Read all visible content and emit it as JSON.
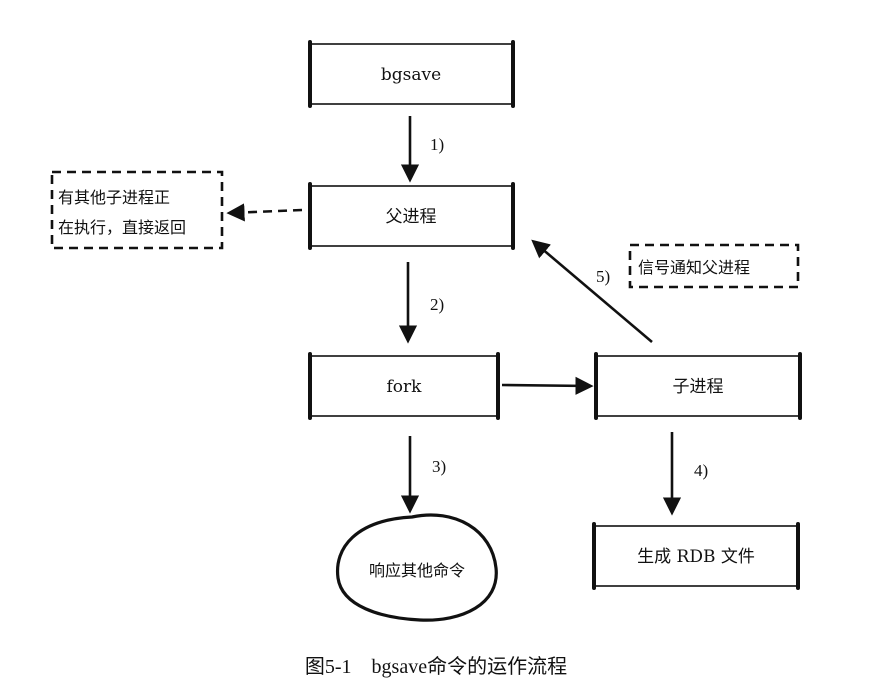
{
  "nodes": {
    "bgsave": "bgsave",
    "parent": "父进程",
    "fork": "fork",
    "child": "子进程",
    "respond": "响应其他命令",
    "rdb": "生成 RDB 文件"
  },
  "notes": {
    "other_child_line1": "有其他子进程正",
    "other_child_line2": "在执行，直接返回",
    "signal": "信号通知父进程"
  },
  "steps": {
    "s1": "1)",
    "s2": "2)",
    "s3": "3)",
    "s4": "4)",
    "s5": "5)"
  },
  "caption": "图5-1　bgsave命令的运作流程"
}
